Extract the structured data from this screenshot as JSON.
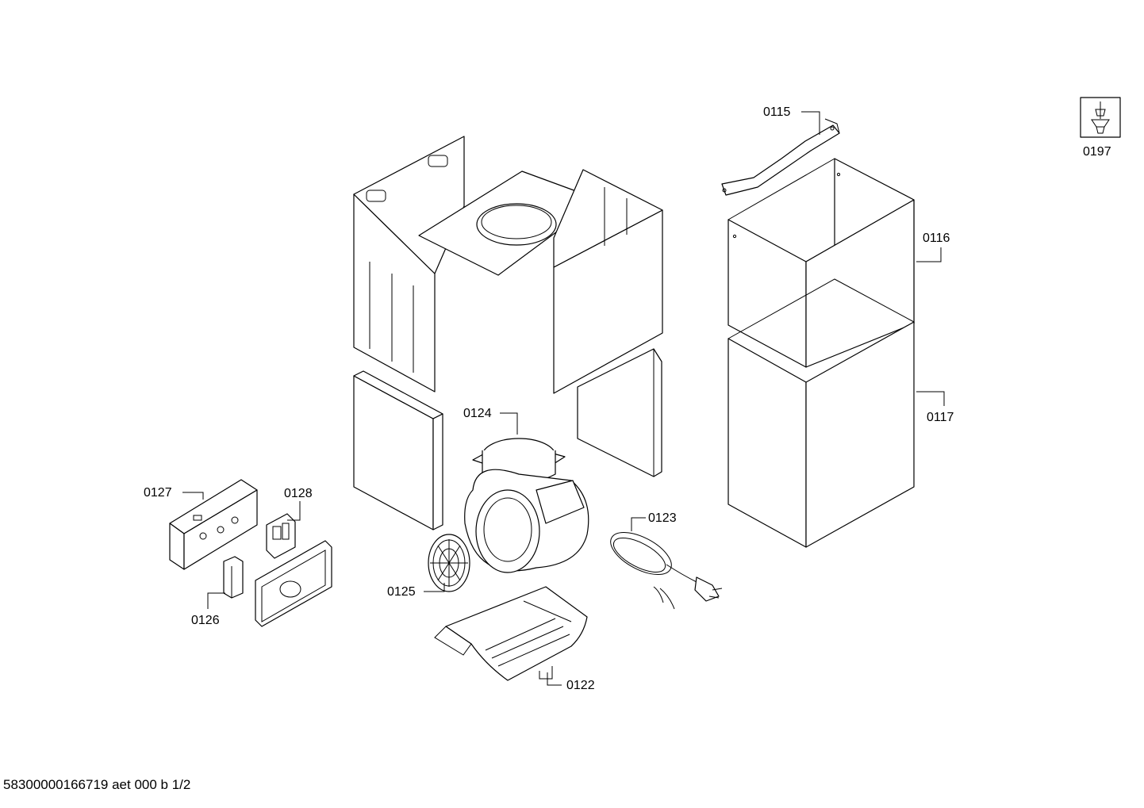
{
  "labels": {
    "p0115": "0115",
    "p0116": "0116",
    "p0117": "0117",
    "p0122": "0122",
    "p0123": "0123",
    "p0124": "0124",
    "p0125": "0125",
    "p0126": "0126",
    "p0127": "0127",
    "p0128": "0128",
    "p0197": "0197"
  },
  "footer": "58300000166719 aet 000 b 1/2"
}
